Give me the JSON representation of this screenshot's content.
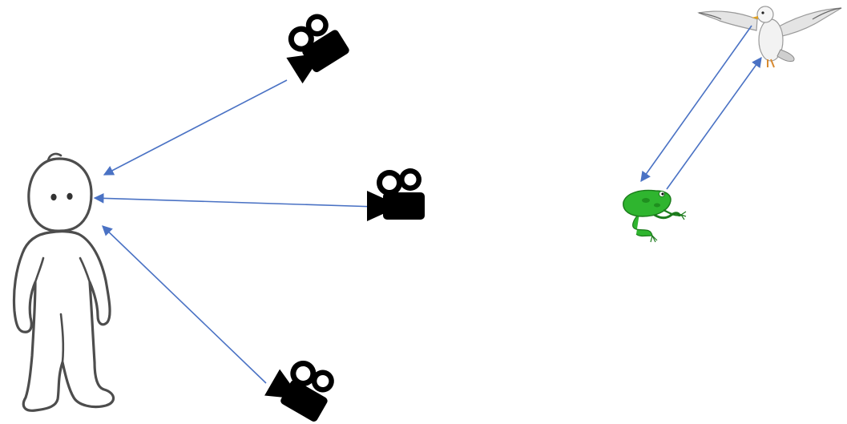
{
  "scene": {
    "figures": [
      {
        "name": "observer-person",
        "icon": "stick-person-icon"
      },
      {
        "name": "camera-top",
        "icon": "movie-camera-icon"
      },
      {
        "name": "camera-middle",
        "icon": "movie-camera-icon"
      },
      {
        "name": "camera-bottom",
        "icon": "movie-camera-icon"
      },
      {
        "name": "seagull",
        "icon": "seagull-icon"
      },
      {
        "name": "frog",
        "icon": "frog-icon"
      }
    ],
    "arrows": [
      {
        "from": "camera-top",
        "to": "observer-person"
      },
      {
        "from": "camera-middle",
        "to": "observer-person",
        "bidirectional": true
      },
      {
        "from": "camera-bottom",
        "to": "observer-person"
      },
      {
        "from": "seagull",
        "to": "frog"
      },
      {
        "from": "frog",
        "to": "seagull"
      }
    ]
  },
  "colors": {
    "arrow": "#4a72c4",
    "camera": "#000000",
    "frog": "#2fb52f",
    "person_outline": "#4d4d4d",
    "background": "#ffffff"
  }
}
